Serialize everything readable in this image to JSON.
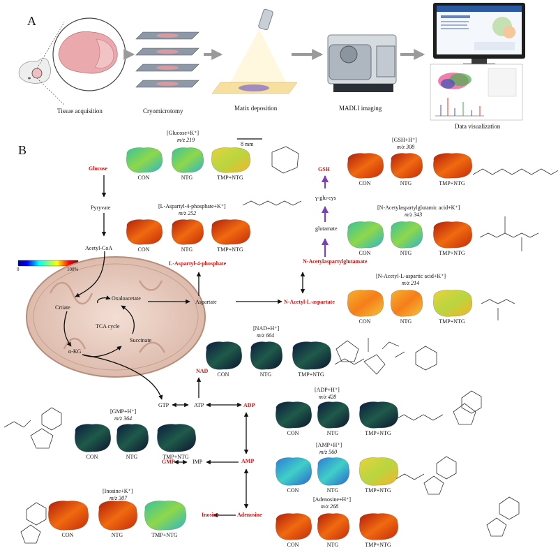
{
  "panel_a": {
    "letter": "A",
    "steps": [
      "Tissue acquisition",
      "Cryomicrotomy",
      "Matix deposition",
      "MADLI imaging",
      "Data visualization"
    ]
  },
  "panel_b": {
    "letter": "B",
    "scale_bar": "8 mm",
    "colorbar": {
      "min": "0",
      "max": "100%"
    },
    "tissue_labels": [
      "CON",
      "NTG",
      "TMP+NTG"
    ],
    "pathway_nodes": {
      "glucose": "Glucose",
      "pyruvate": "Pyryvate",
      "acetyl_coa": "Acetyl-CoA",
      "oxaloacetate": "Oxaloacetate",
      "citrate": "Crtiate",
      "tca": "TCA cycle",
      "akg": "α-KG",
      "succinate": "Succinate",
      "aspartate": "Aspartate",
      "l_aspartyl_4_phosphate": "L-Aspartyl-4-phosphate",
      "n_acetyl_l_aspartate": "N-Acetyl-L-aspartate",
      "n_acetylaspartylglutamate": "N-Acetylaspartylglutamate",
      "glutamate": "glutamate",
      "gamma_glu_cys": "γ-glu-cys",
      "gsh": "GSH",
      "nad": "NAD",
      "gtp": "GTP",
      "atp": "ATP",
      "adp": "ADP",
      "amp": "AMP",
      "imp": "IMP",
      "gmp": "GMP",
      "inosine": "Inosine",
      "adenosine": "Adenosine"
    },
    "ion_images": [
      {
        "ion": "[Glucose+K⁺]",
        "mz": "m/z 219",
        "colormap": "green-yellow"
      },
      {
        "ion": "[L-Aspartyl-4-phosphate+K⁺]",
        "mz": "m/z 252",
        "colormap": "red"
      },
      {
        "ion": "[GSH+H⁺]",
        "mz": "m/z 308",
        "colormap": "red"
      },
      {
        "ion": "[N-Acetylaspartylglutamic acid+K⁺]",
        "mz": "m/z 343",
        "colormap": "green-red"
      },
      {
        "ion": "[N-Acetyl-L-aspartic acid+K⁺]",
        "mz": "m/z 214",
        "colormap": "orange"
      },
      {
        "ion": "[NAD+H⁺]",
        "mz": "m/z 664",
        "colormap": "dark"
      },
      {
        "ion": "[ADP+H⁺]",
        "mz": "m/z 428",
        "colormap": "dark"
      },
      {
        "ion": "[GMP+H⁺]",
        "mz": "m/z 364",
        "colormap": "dark"
      },
      {
        "ion": "[AMP+H⁺]",
        "mz": "m/z 560",
        "colormap": "blue-yellow"
      },
      {
        "ion": "[Inosine+K⁺]",
        "mz": "m/z 307",
        "colormap": "red"
      },
      {
        "ion": "[Adenosine+H⁺]",
        "mz": "m/z 268",
        "colormap": "red"
      }
    ]
  }
}
